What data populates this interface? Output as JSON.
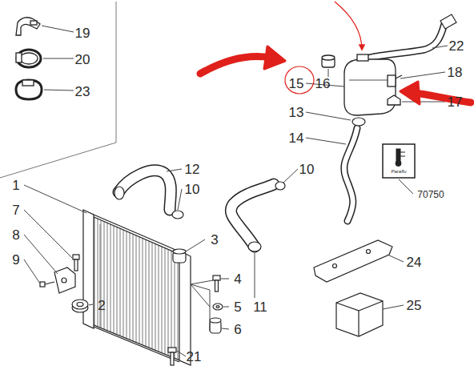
{
  "diagram": {
    "labels": [
      "19",
      "20",
      "23",
      "22",
      "15",
      "16",
      "18",
      "13",
      "17",
      "14",
      "70750",
      "12",
      "10",
      "10",
      "1",
      "7",
      "3",
      "8",
      "9",
      "2",
      "4",
      "5",
      "11",
      "6",
      "24",
      "25",
      "21",
      "Paraflu"
    ]
  }
}
